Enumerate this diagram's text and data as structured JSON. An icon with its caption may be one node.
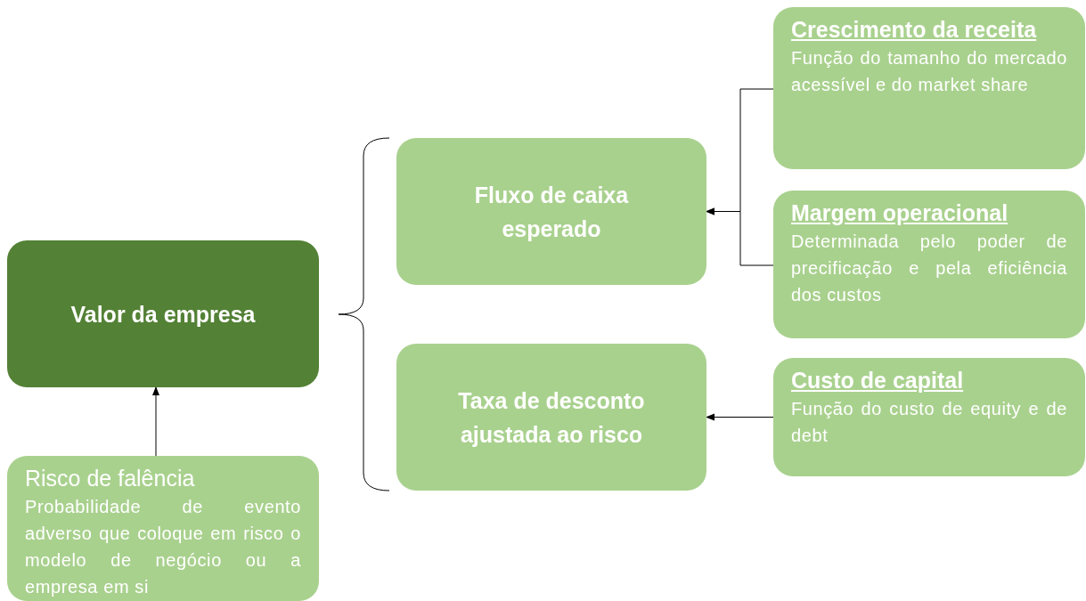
{
  "diagram": {
    "nodes": [
      {
        "text": [
          "Valor da empresa"
        ]
      },
      {
        "text": [
          "Risco de falência",
          "Probabilidade de evento adverso que coloque em risco o modelo de negócio ou a empresa em si"
        ]
      },
      {
        "text": [
          "Fluxo de caixa esperado"
        ]
      },
      {
        "text": [
          "Taxa de desconto ajustada ao risco"
        ]
      },
      {
        "text": [
          "Crescimento da receita",
          "Função do tamanho do mercado acessível e do market share"
        ]
      },
      {
        "text": [
          "Margem operacional",
          "Determinada pelo poder de precificação e pela eficiência dos custos"
        ]
      },
      {
        "text": [
          "Custo de capital",
          "Função do custo de equity e de debt"
        ]
      }
    ],
    "edges": [
      {
        "from": 1,
        "to": 0,
        "arrow": "to"
      },
      {
        "from": 4,
        "to": 2,
        "arrow": "to"
      },
      {
        "from": 5,
        "to": 2,
        "arrow": "to"
      },
      {
        "from": 6,
        "to": 3,
        "arrow": "to"
      }
    ]
  }
}
